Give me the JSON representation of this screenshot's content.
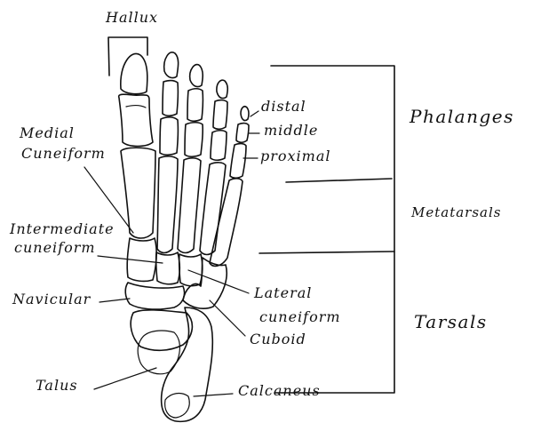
{
  "labels": {
    "hallux": "Hallux",
    "medial_cuneiform_1": "Medial",
    "medial_cuneiform_2": "Cuneiform",
    "intermediate_cuneiform_1": "Intermediate",
    "intermediate_cuneiform_2": "cuneiform",
    "navicular": "Navicular",
    "talus": "Talus",
    "distal": "distal",
    "middle": "middle",
    "proximal": "proximal",
    "lateral_cuneiform_1": "Lateral",
    "lateral_cuneiform_2": "cuneiform",
    "cuboid": "Cuboid",
    "calcaneus": "Calcaneus"
  },
  "groups": {
    "phalanges": "Phalanges",
    "metatarsals": "Metatarsals",
    "tarsals": "Tarsals"
  }
}
